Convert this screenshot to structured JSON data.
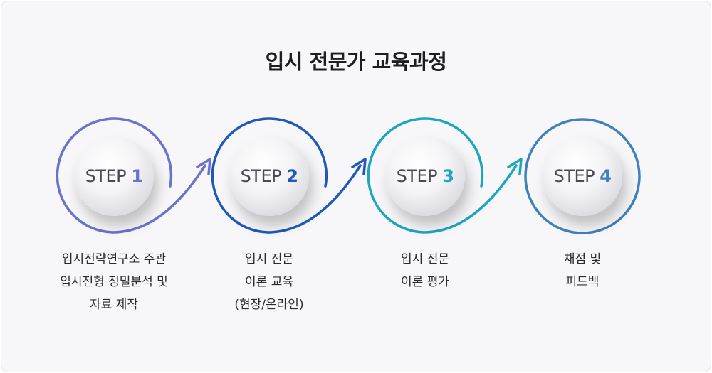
{
  "title": "입시 전문가 교육과정",
  "steps": [
    {
      "word": "STEP",
      "number": "1",
      "color": "#6a73c9",
      "lines": [
        "입시전략연구소 주관",
        "입시전형 정밀분석 및",
        "자료 제작"
      ]
    },
    {
      "word": "STEP",
      "number": "2",
      "color": "#1f58b8",
      "lines": [
        "입시 전문",
        "이론 교육",
        "(현장/온라인)"
      ]
    },
    {
      "word": "STEP",
      "number": "3",
      "color": "#1ba5bf",
      "lines": [
        "입시 전문",
        "이론 평가"
      ]
    },
    {
      "word": "STEP",
      "number": "4",
      "color": "#3f80bd",
      "lines": [
        "채점 및",
        "피드백"
      ]
    }
  ]
}
